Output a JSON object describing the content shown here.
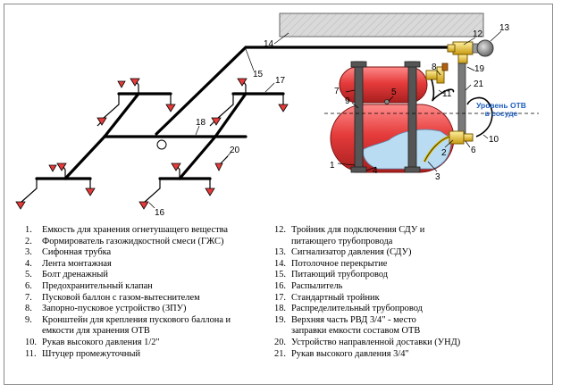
{
  "diagram": {
    "callouts": [
      "1",
      "2",
      "3",
      "4",
      "5",
      "6",
      "7",
      "8",
      "9",
      "10",
      "11",
      "12",
      "13",
      "14",
      "15",
      "16",
      "17",
      "18",
      "19",
      "20",
      "21"
    ],
    "level_label_line1": "Уровень ОТВ",
    "level_label_line2": "в сосуде",
    "colors": {
      "vessel": "#e53b3b",
      "pipe": "#000000",
      "nozzle": "#e53b3b",
      "brass": "#e8c21a",
      "liquid": "#b9dcf2",
      "level_text": "#1f5fbf"
    }
  },
  "legend": {
    "left": [
      {
        "num": "1.",
        "text": "Емкость для хранения огнетушащего вещества"
      },
      {
        "num": "2.",
        "text": "Формирователь газожидкостной смеси (ГЖС)"
      },
      {
        "num": "3.",
        "text": "Сифонная трубка"
      },
      {
        "num": "4.",
        "text": "Лента монтажная"
      },
      {
        "num": "5.",
        "text": "Болт дренажный"
      },
      {
        "num": "6.",
        "text": "Предохранительный клапан"
      },
      {
        "num": "7.",
        "text": "Пусковой баллон с газом-вытеснителем"
      },
      {
        "num": "8.",
        "text": "Запорно-пусковое устройство (ЗПУ)"
      },
      {
        "num": "9.",
        "text": "Кронштейн для крепления пускового баллона и\nемкости для хранения ОТВ"
      },
      {
        "num": "10.",
        "text": "Рукав высокого давления 1/2\""
      },
      {
        "num": "11.",
        "text": "Штуцер промежуточный"
      }
    ],
    "right": [
      {
        "num": "12.",
        "text": "Тройник для подключения СДУ и\nпитающего трубопровода"
      },
      {
        "num": "13.",
        "text": "Сигнализатор давления (СДУ)"
      },
      {
        "num": "14.",
        "text": "Потолочное перекрытие"
      },
      {
        "num": "15.",
        "text": "Питающий трубопровод"
      },
      {
        "num": "16.",
        "text": "Распылитель"
      },
      {
        "num": "17.",
        "text": "Стандартный тройник"
      },
      {
        "num": "18.",
        "text": "Распределительный трубопровод"
      },
      {
        "num": "19.",
        "text": "Верхняя часть РВД 3/4\" - место\nзаправки емкости составом ОТВ"
      },
      {
        "num": "20.",
        "text": "Устройство направленной доставки (УНД)"
      },
      {
        "num": "21.",
        "text": "Рукав высокого давления 3/4\""
      }
    ]
  }
}
